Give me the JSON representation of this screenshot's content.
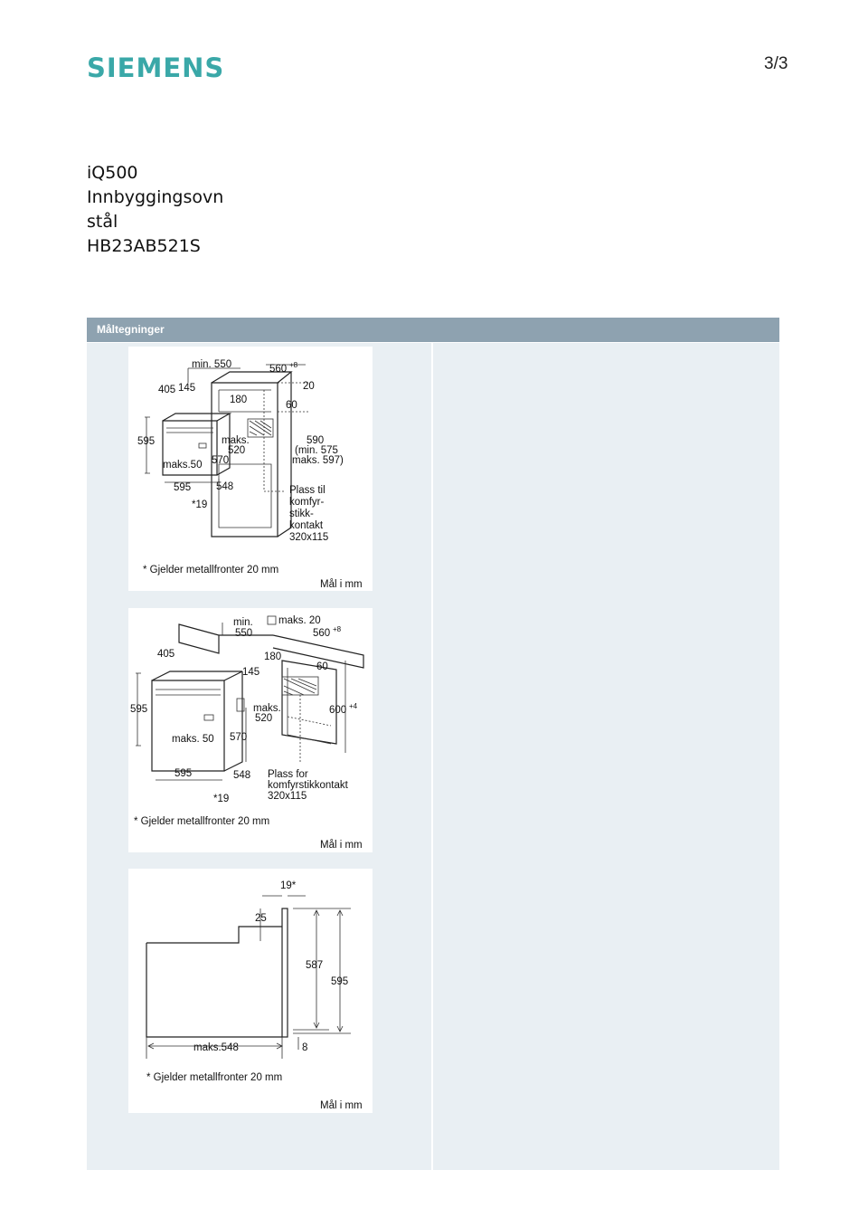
{
  "header": {
    "brand": "SIEMENS",
    "page_number": "3/3"
  },
  "product": {
    "series": "iQ500",
    "type": "Innbyggingsovn",
    "color": "stål",
    "model": "HB23AB521S"
  },
  "section": {
    "title": "Måltegninger"
  },
  "drawings": [
    {
      "labels": {
        "min550": "min. 550",
        "d560": "560",
        "d560_sup": "+8",
        "d405": "405",
        "d145": "145",
        "d20": "20",
        "d180": "180",
        "d60": "60",
        "d595": "595",
        "maks": "maks.",
        "d520": "520",
        "d590": "590",
        "min575": "(min. 575",
        "maks597": "maks. 597)",
        "maks50": "maks.50",
        "d570": "570",
        "d595b": "595",
        "d548": "548",
        "d19": "*19",
        "socket1": "Plass til",
        "socket2": "komfyr-",
        "socket3": "stikk-",
        "socket4": "kontakt",
        "socket5": "320x115"
      },
      "footnote": "* Gjelder metallfronter 20 mm",
      "unit": "Mål i mm"
    },
    {
      "labels": {
        "min": "min.",
        "d550": "550",
        "maks20": "maks. 20",
        "d560": "560",
        "d560_sup": "+8",
        "d405": "405",
        "d180": "180",
        "d145": "145",
        "d60": "60",
        "d595": "595",
        "maks": "maks.",
        "d520": "520",
        "d600": "600",
        "d600_sup": "+4",
        "maks50": "maks. 50",
        "d570": "570",
        "d595b": "595",
        "d548": "548",
        "socket1": "Plass for",
        "socket2": "komfyrstikkontakt",
        "socket3": "320x115",
        "d19": "*19"
      },
      "footnote": "* Gjelder metallfronter 20 mm",
      "unit": "Mål i mm"
    },
    {
      "labels": {
        "d19": "19*",
        "d25": "25",
        "d587": "587",
        "d595": "595",
        "maks548": "maks.548",
        "d8": "8"
      },
      "footnote": "* Gjelder metallfronter 20 mm",
      "unit": "Mål i mm"
    }
  ],
  "colors": {
    "brand": "#3aa8a8",
    "section_bar": "#8ea2b0",
    "panel_bg": "#e9eff3"
  }
}
